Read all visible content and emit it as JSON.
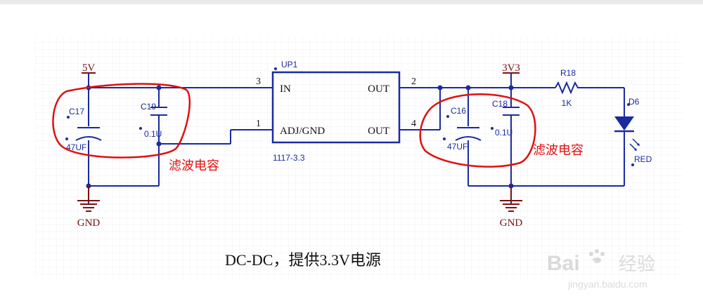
{
  "colors": {
    "wire": "#1a2aa0",
    "pin": "#7a1010",
    "annotation": "#e01010",
    "grid": "#e6e6f0",
    "component_text": "#1a2aa0"
  },
  "labels": {
    "vin": "5V",
    "v33": "3V3",
    "gnd_left": "GND",
    "gnd_right": "GND",
    "regulator_designator": "UP1",
    "regulator_part": "1117-3.3",
    "pin_in_name": "IN",
    "pin_adj_name": "ADJ/GND",
    "pin_out1_name": "OUT",
    "pin_out2_name": "OUT",
    "pin_in_num": "3",
    "pin_adj_num": "1",
    "pin_out1_num": "2",
    "pin_out2_num": "4",
    "c17_name": "C17",
    "c17_value": "47UF",
    "c19_name": "C19",
    "c19_value": "0.1U",
    "c16_name": "C16",
    "c16_value": "47UF",
    "c18_name": "C18",
    "c18_value": "0.1U",
    "r18_name": "R18",
    "r18_value": "1K",
    "d6_name": "D6",
    "d6_value": "RED",
    "annotation_left": "滤波电容",
    "annotation_right": "滤波电容",
    "caption": "DC-DC，提供3.3V电源",
    "watermark_brand": "Bai",
    "watermark_du": "du",
    "watermark_cn": "经验",
    "watermark_url": "jingyan.baidu.com"
  }
}
